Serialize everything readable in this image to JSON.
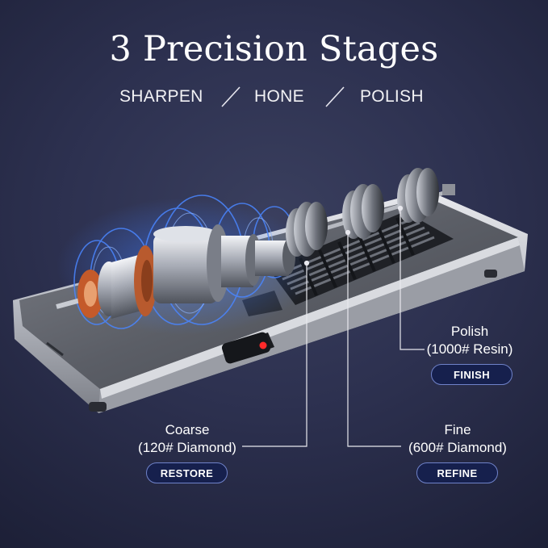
{
  "title": "3 Precision Stages",
  "stages": {
    "stage1": "SHARPEN",
    "stage2": "HONE",
    "stage3": "POLISH"
  },
  "callouts": {
    "polish": {
      "name": "Polish",
      "spec": "(1000# Resin)",
      "badge": "FINISH"
    },
    "coarse": {
      "name": "Coarse",
      "spec": "(120# Diamond)",
      "badge": "RESTORE"
    },
    "fine": {
      "name": "Fine",
      "spec": "(600# Diamond)",
      "badge": "REFINE"
    }
  },
  "colors": {
    "background": "#2d3150",
    "badge_fill": "#16204d",
    "badge_border": "#6f82c9",
    "motor_glow": "#3f7bff",
    "power_led": "#ff2a2a"
  },
  "icons": [
    "slash-divider-icon",
    "power-switch-icon"
  ]
}
